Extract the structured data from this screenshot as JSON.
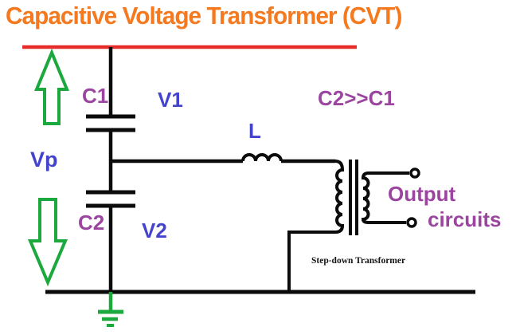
{
  "title": {
    "text": "Capacitive Voltage Transformer (CVT)"
  },
  "diagram": {
    "labels": {
      "c1": "C1",
      "c2": "C2",
      "v1": "V1",
      "v2": "V2",
      "vp": "Vp",
      "inductance": "L",
      "relation": "C2>>C1",
      "output_line1": "Output",
      "output_line2": "circuits",
      "transformer_caption": "Step-down Transformer"
    },
    "colors": {
      "title_orange": "#f4791f",
      "bus": "#e62b2b",
      "wire": "#0b0b0b",
      "green": "#1ba83c",
      "purple_label": "#9c45a0",
      "blue_label": "#4343cd",
      "caption_black": "#141414"
    }
  }
}
